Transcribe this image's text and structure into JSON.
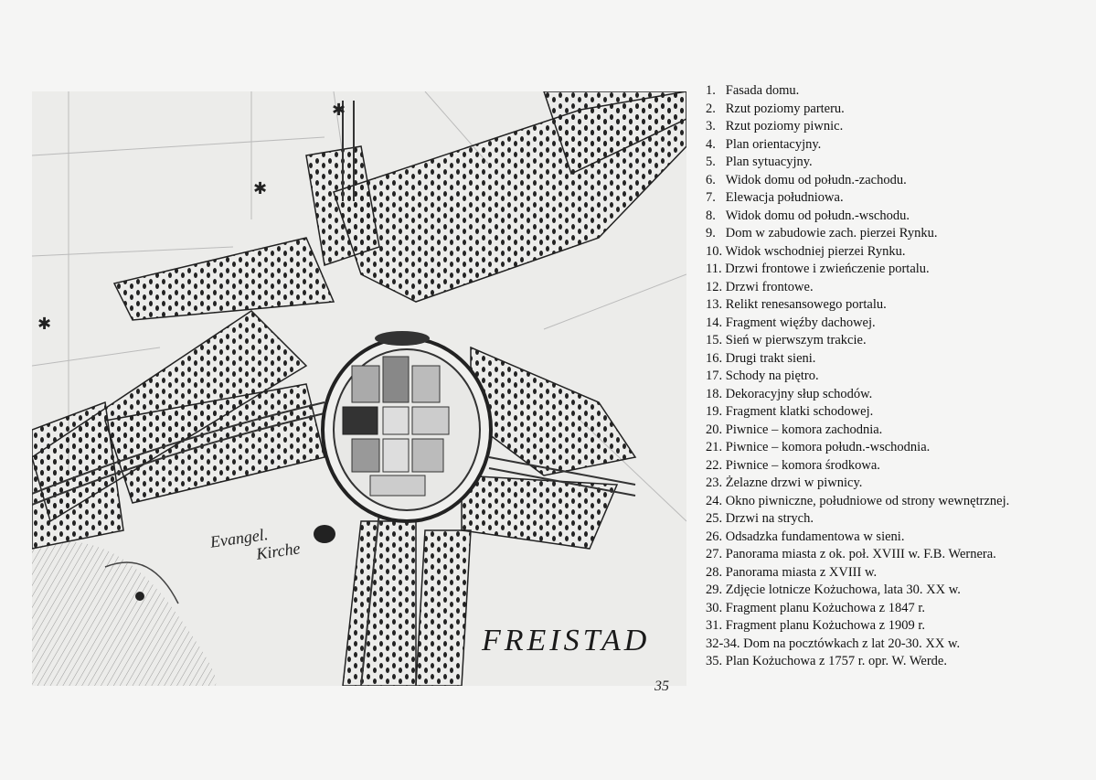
{
  "map": {
    "title": "FREISTAD",
    "church_label_line1": "Evangel.",
    "church_label_line2": "Kirche",
    "page_number": "35"
  },
  "legend": [
    {
      "num": "1.",
      "text": "Fasada domu."
    },
    {
      "num": "2.",
      "text": "Rzut poziomy parteru."
    },
    {
      "num": "3.",
      "text": "Rzut poziomy piwnic."
    },
    {
      "num": "4.",
      "text": "Plan orientacyjny."
    },
    {
      "num": "5.",
      "text": "Plan sytuacyjny."
    },
    {
      "num": "6.",
      "text": "Widok domu od połudn.-zachodu."
    },
    {
      "num": "7.",
      "text": "Elewacja południowa."
    },
    {
      "num": "8.",
      "text": "Widok domu od połudn.-wschodu."
    },
    {
      "num": "9.",
      "text": "Dom w zabudowie zach. pierzei Rynku."
    },
    {
      "num": "10.",
      "text": "Widok wschodniej pierzei Rynku."
    },
    {
      "num": "11.",
      "text": "Drzwi frontowe i zwieńczenie portalu."
    },
    {
      "num": "12.",
      "text": "Drzwi frontowe."
    },
    {
      "num": "13.",
      "text": "Relikt renesansowego portalu."
    },
    {
      "num": "14.",
      "text": "Fragment więźby dachowej."
    },
    {
      "num": "15.",
      "text": "Sień w pierwszym trakcie."
    },
    {
      "num": "16.",
      "text": "Drugi trakt sieni."
    },
    {
      "num": "17.",
      "text": "Schody na piętro."
    },
    {
      "num": "18.",
      "text": "Dekoracyjny słup schodów."
    },
    {
      "num": "19.",
      "text": "Fragment klatki schodowej."
    },
    {
      "num": "20.",
      "text": "Piwnice – komora zachodnia."
    },
    {
      "num": "21.",
      "text": "Piwnice – komora połudn.-wschodnia."
    },
    {
      "num": "22.",
      "text": "Piwnice – komora środkowa."
    },
    {
      "num": "23.",
      "text": "Żelazne drzwi w piwnicy."
    },
    {
      "num": "24.",
      "text": "Okno piwniczne, południowe od strony wewnętrznej."
    },
    {
      "num": "25.",
      "text": "Drzwi na strych."
    },
    {
      "num": "26.",
      "text": "Odsadzka fundamentowa w sieni."
    },
    {
      "num": "27.",
      "text": "Panorama miasta z ok. poł. XVIII w. F.B. Wernera."
    },
    {
      "num": "28.",
      "text": "Panorama miasta z XVIII w."
    },
    {
      "num": "29.",
      "text": "Zdjęcie lotnicze Kożuchowa, lata 30. XX w."
    },
    {
      "num": "30.",
      "text": "Fragment planu Kożuchowa z 1847 r."
    },
    {
      "num": "31.",
      "text": "Fragment planu Kożuchowa z 1909 r."
    },
    {
      "num": "32-34.",
      "text": "Dom na pocztówkach z lat 20-30. XX w."
    },
    {
      "num": "35.",
      "text": "Plan Kożuchowa z 1757 r. opr. W. Werde."
    }
  ]
}
